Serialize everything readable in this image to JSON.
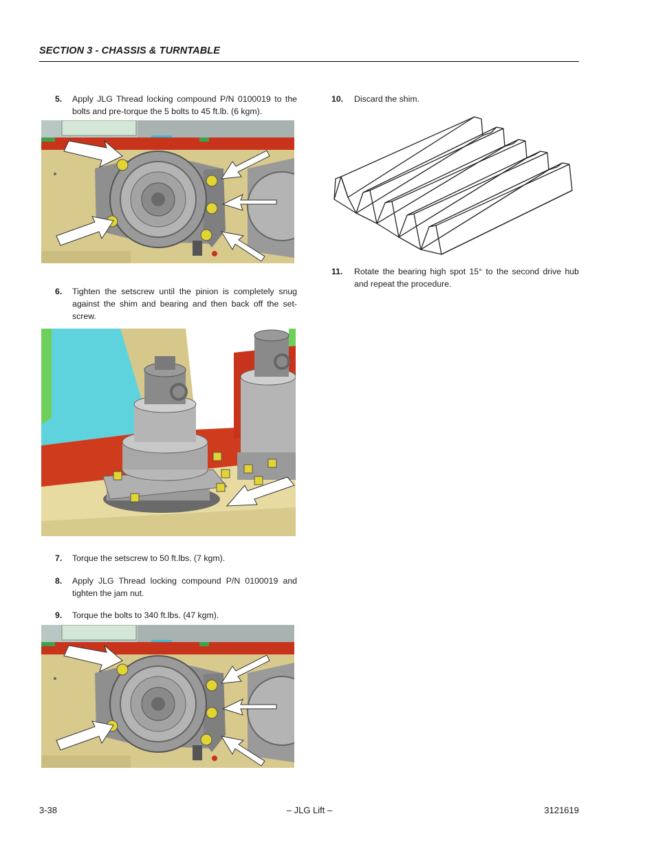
{
  "header": {
    "section_title": "SECTION 3 - CHASSIS & TURNTABLE"
  },
  "steps": [
    {
      "number": "5.",
      "text": "Apply JLG Thread locking compound P/N 0100019 to the bolts and pre-torque the 5 bolts to 45 ft.lb. (6 kgm)."
    },
    {
      "number": "6.",
      "text": "Tighten the setscrew until the pinion is completely snug against the shim and bearing and then back off the set-screw."
    },
    {
      "number": "7.",
      "text": "Torque the setscrew to 50 ft.lbs. (7 kgm)."
    },
    {
      "number": "8.",
      "text": "Apply JLG Thread locking compound P/N 0100019 and tighten the jam nut."
    },
    {
      "number": "9.",
      "text": "Torque the bolts to 340 ft.lbs. (47 kgm)."
    },
    {
      "number": "10.",
      "text": "Discard the shim."
    },
    {
      "number": "11.",
      "text": "Rotate the bearing high spot 15° to the second drive hub and repeat the procedure."
    }
  ],
  "figures": [
    {
      "subject": "drive hub bolts top view with arrows"
    },
    {
      "subject": "drive hubs on turntable perspective"
    },
    {
      "subject": "drive hub bolts top view with arrows"
    },
    {
      "subject": "corrugated shim"
    }
  ],
  "footer": {
    "page": "3-38",
    "center": "– JLG Lift –",
    "doc_number": "3121619"
  },
  "colors": {
    "frame_red": "#c8341b",
    "plate_tan": "#d8c98c",
    "hub_gray": "#9a9a9a",
    "bolt_yellow": "#e2d431",
    "panel_green": "#6fcf5b",
    "panel_cyan": "#5fd3dd",
    "arrow_white": "#ffffff"
  }
}
